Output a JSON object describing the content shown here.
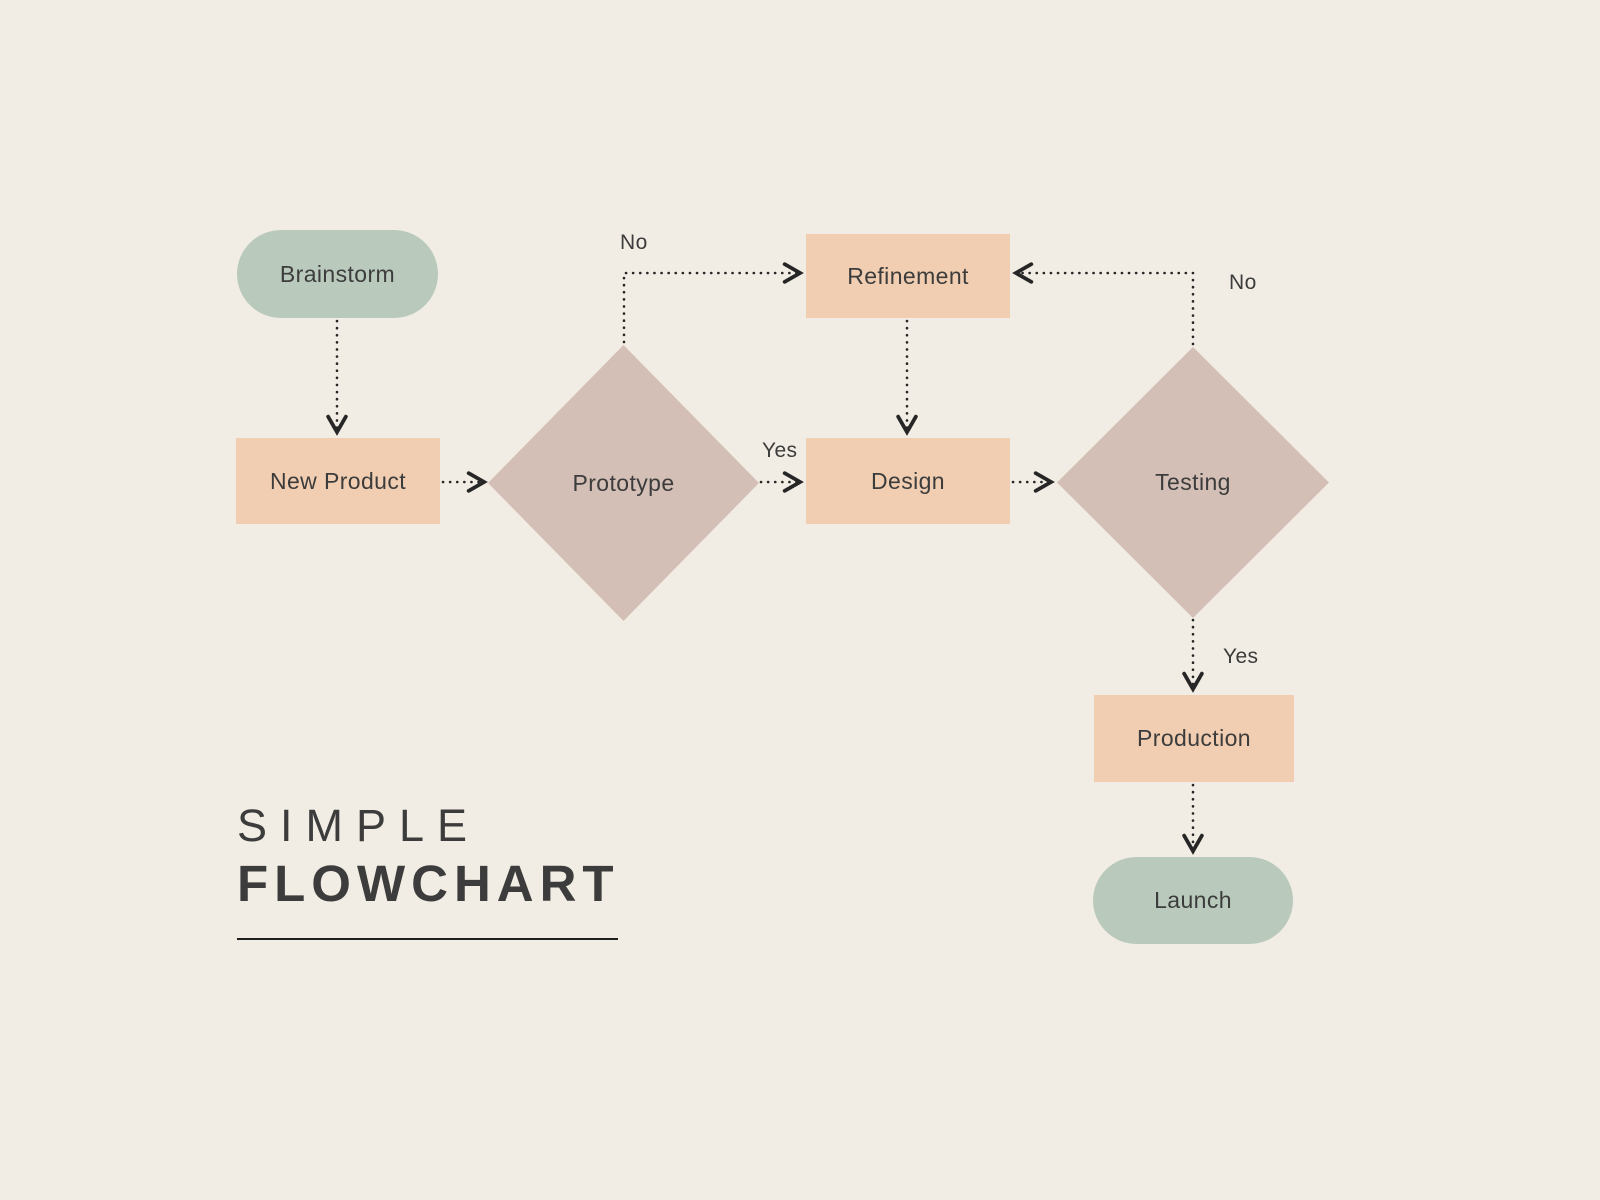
{
  "title": {
    "line1": "SIMPLE",
    "line2": "FLOWCHART"
  },
  "nodes": {
    "brainstorm": {
      "label": "Brainstorm",
      "type": "terminal"
    },
    "new_product": {
      "label": "New Product",
      "type": "process"
    },
    "prototype": {
      "label": "Prototype",
      "type": "decision"
    },
    "refinement": {
      "label": "Refinement",
      "type": "process"
    },
    "design": {
      "label": "Design",
      "type": "process"
    },
    "testing": {
      "label": "Testing",
      "type": "decision"
    },
    "production": {
      "label": "Production",
      "type": "process"
    },
    "launch": {
      "label": "Launch",
      "type": "terminal"
    }
  },
  "edges": [
    {
      "from": "brainstorm",
      "to": "new_product",
      "label": ""
    },
    {
      "from": "new_product",
      "to": "prototype",
      "label": ""
    },
    {
      "from": "prototype",
      "to": "design",
      "label": "Yes"
    },
    {
      "from": "prototype",
      "to": "refinement",
      "label": "No"
    },
    {
      "from": "refinement",
      "to": "design",
      "label": ""
    },
    {
      "from": "design",
      "to": "testing",
      "label": ""
    },
    {
      "from": "testing",
      "to": "refinement",
      "label": "No"
    },
    {
      "from": "testing",
      "to": "production",
      "label": "Yes"
    },
    {
      "from": "production",
      "to": "launch",
      "label": ""
    }
  ],
  "colors": {
    "background": "#f2ede4",
    "terminal": "#b9cabd",
    "process": "#f1ceb1",
    "decision": "#d4bfb6",
    "text": "#3c3c3c",
    "arrow": "#262626"
  }
}
